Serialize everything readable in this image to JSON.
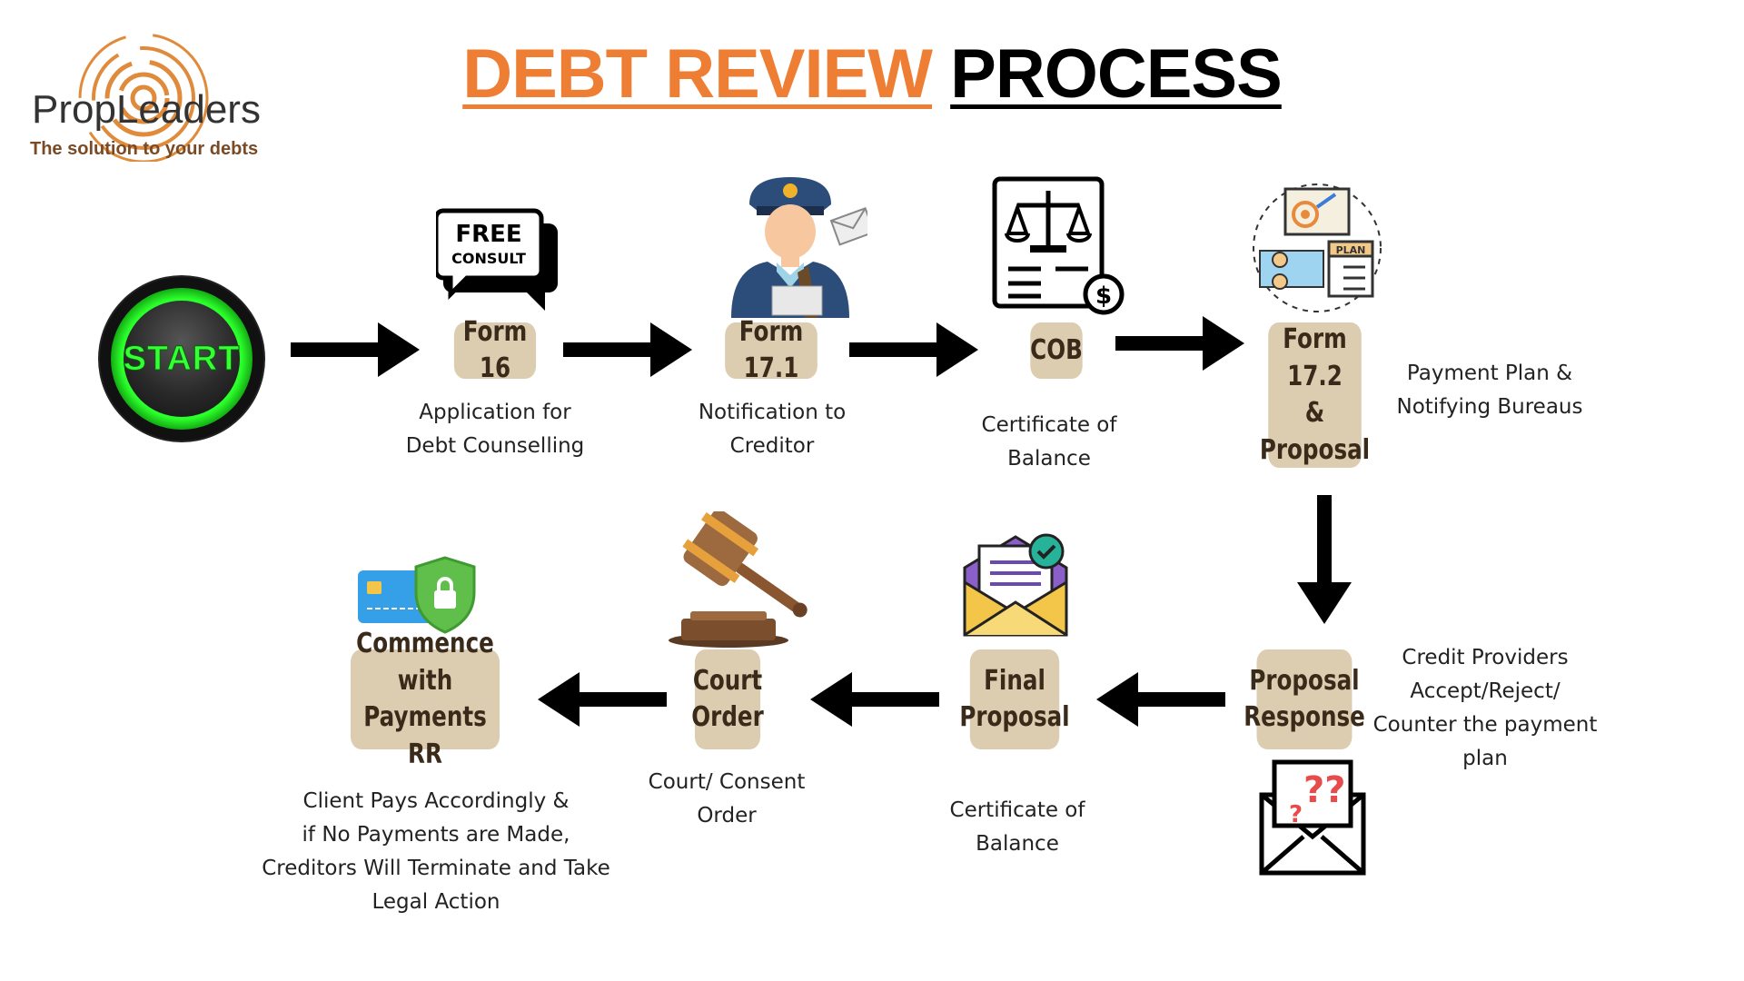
{
  "logo": {
    "name": "PropLeaders",
    "tagline": "The solution to your debts"
  },
  "title": {
    "part1": "DEBT REVIEW",
    "part2": "PROCESS"
  },
  "start": {
    "label": "START"
  },
  "icons": {
    "free_consult": [
      "FREE",
      "CONSULT"
    ],
    "plan_label": "PLAN"
  },
  "steps": [
    {
      "lines": [
        "Form 16"
      ],
      "caption": [
        "Application for",
        "Debt Counselling"
      ]
    },
    {
      "lines": [
        "Form 17.1"
      ],
      "caption": [
        "Notification to",
        "Creditor"
      ]
    },
    {
      "lines": [
        "COB"
      ],
      "caption": [
        "Certificate of",
        "Balance"
      ]
    },
    {
      "lines": [
        "Form 17.2",
        "&",
        "Proposal"
      ],
      "caption": [
        "Payment Plan &",
        "Notifying Bureaus"
      ]
    },
    {
      "lines": [
        "Proposal",
        "Response"
      ],
      "caption": [
        "Credit Providers",
        "Accept/Reject/",
        "Counter the payment",
        "plan"
      ]
    },
    {
      "lines": [
        "Final",
        "Proposal"
      ],
      "caption": [
        "Certificate of",
        "Balance"
      ]
    },
    {
      "lines": [
        "Court",
        "Order"
      ],
      "caption": [
        "Court/ Consent",
        "Order"
      ]
    },
    {
      "lines": [
        "Commence with",
        "Payments RR"
      ],
      "caption": [
        "Client Pays Accordingly &",
        "if No Payments are Made,",
        "Creditors Will Terminate and Take",
        "Legal Action"
      ]
    }
  ],
  "colors": {
    "title_accent": "#ef7e35",
    "pill": "#dccdb1",
    "start_green": "#35ff35"
  }
}
